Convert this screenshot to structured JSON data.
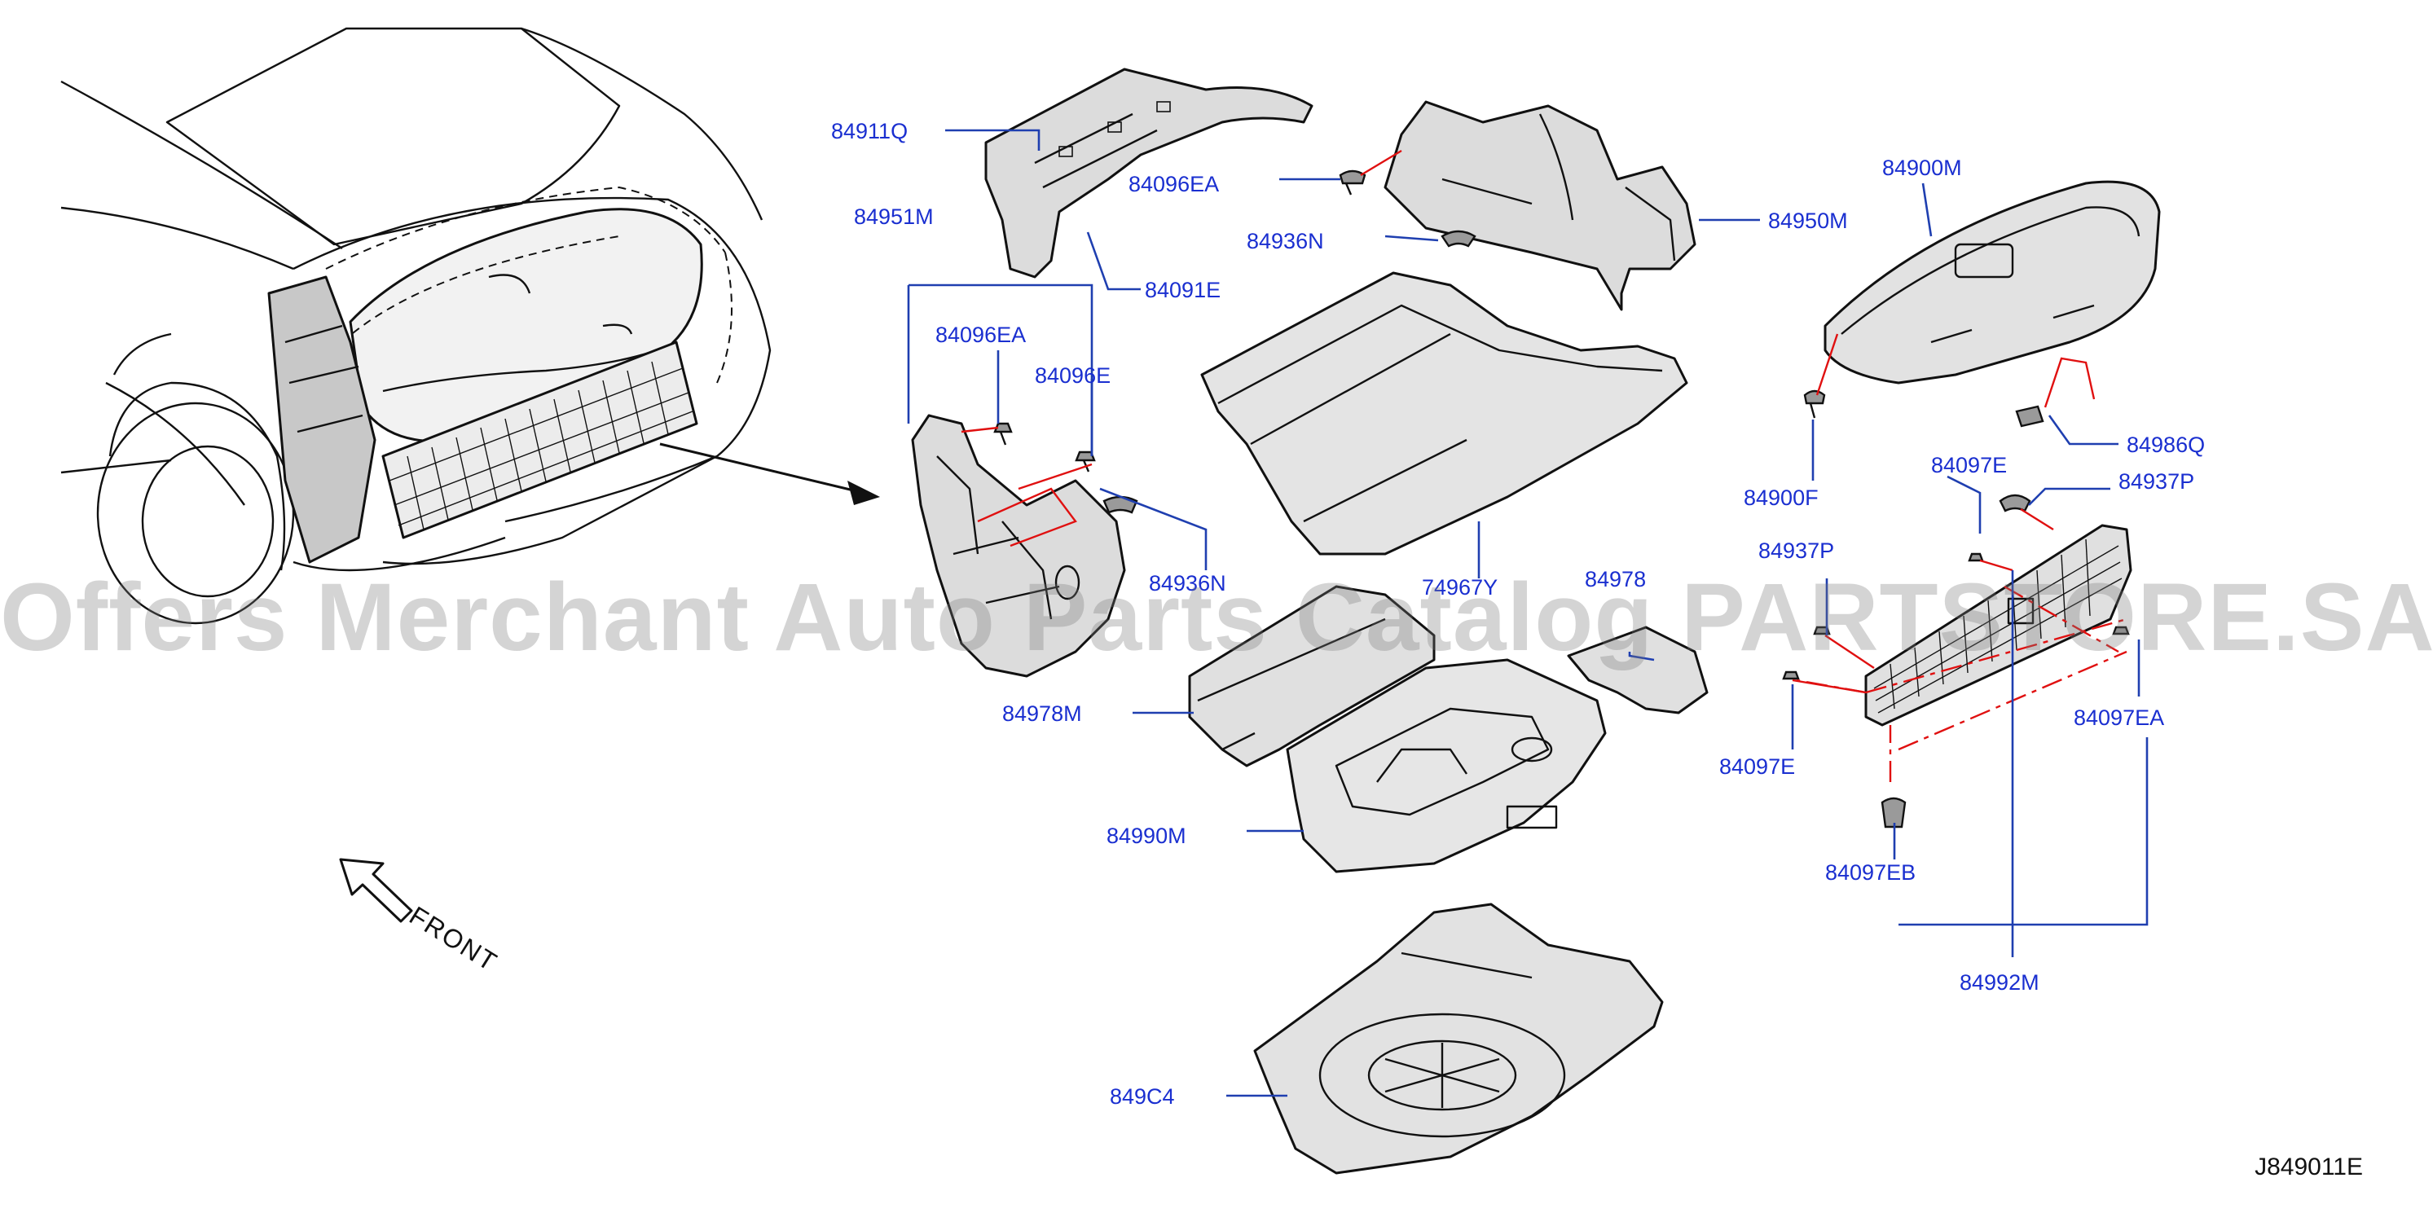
{
  "diagram": {
    "code": "J849011E",
    "front_label": "FRONT",
    "watermark": "Offers Merchant Auto Parts Catalog PARTSTORE.SA",
    "callouts": {
      "p84911Q": "84911Q",
      "p84951M": "84951M",
      "p84096EA_a": "84096EA",
      "p84096EA_b": "84096EA",
      "p84096E": "84096E",
      "p84091E": "84091E",
      "p84936N_a": "84936N",
      "p84936N_b": "84936N",
      "p84950M": "84950M",
      "p84900M": "84900M",
      "p84986Q": "84986Q",
      "p84900F": "84900F",
      "p84097E_a": "84097E",
      "p84097E_b": "84097E",
      "p84937P_a": "84937P",
      "p84937P_b": "84937P",
      "p74967Y": "74967Y",
      "p84978": "84978",
      "p84978M": "84978M",
      "p84990M": "84990M",
      "p84097EA": "84097EA",
      "p84097EB": "84097EB",
      "p84992M": "84992M",
      "p849C4": "849C4"
    }
  }
}
